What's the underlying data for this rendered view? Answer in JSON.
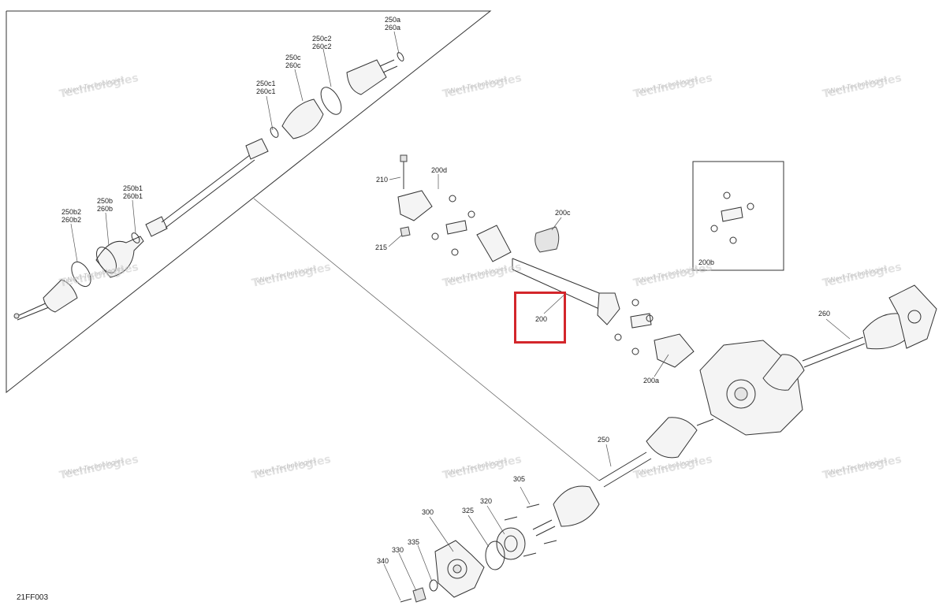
{
  "diagram": {
    "figure_code": "21FF003",
    "watermark": {
      "line1": "vNext Technologies",
      "line2": "Technologies"
    },
    "highlighted_part": "200",
    "accent_color": "#d3262b",
    "labels": {
      "p250a": [
        "250a",
        "260a"
      ],
      "p250c2": [
        "250c2",
        "260c2"
      ],
      "p250c": [
        "250c",
        "260c"
      ],
      "p250c1": [
        "250c1",
        "260c1"
      ],
      "p250b1": [
        "250b1",
        "260b1"
      ],
      "p250b": [
        "250b",
        "260b"
      ],
      "p250b2": [
        "250b2",
        "260b2"
      ],
      "p210": [
        "210"
      ],
      "p200d": [
        "200d"
      ],
      "p200c": [
        "200c"
      ],
      "p215": [
        "215"
      ],
      "p200": [
        "200"
      ],
      "p200a": [
        "200a"
      ],
      "p200b": [
        "200b"
      ],
      "p260": [
        "260"
      ],
      "p250": [
        "250"
      ],
      "p305": [
        "305"
      ],
      "p320": [
        "320"
      ],
      "p300": [
        "300"
      ],
      "p325": [
        "325"
      ],
      "p335": [
        "335"
      ],
      "p330": [
        "330"
      ],
      "p340": [
        "340"
      ]
    }
  }
}
